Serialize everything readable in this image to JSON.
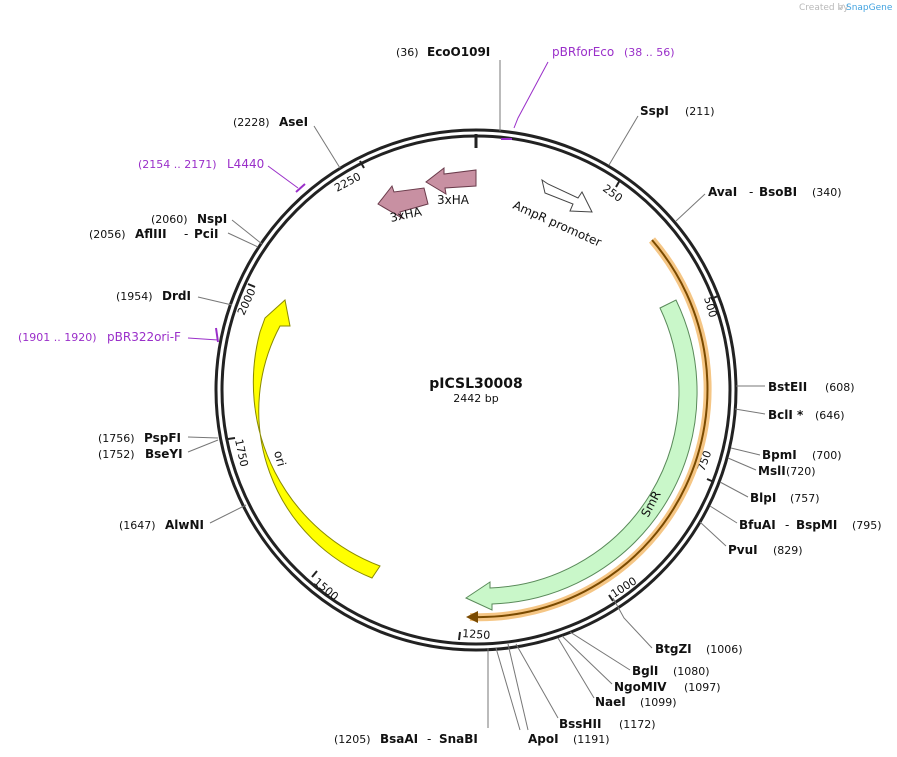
{
  "credit": {
    "created_by": "Created by",
    "brand": "SnapGene"
  },
  "plasmid": {
    "name": "pICSL30008",
    "length_label": "2442 bp"
  },
  "ticks": [
    "250",
    "500",
    "750",
    "1000",
    "1250",
    "1500",
    "1750",
    "2000",
    "2250"
  ],
  "sites": [
    {
      "name": "EcoO109I",
      "pos": "(36)"
    },
    {
      "name": "SspI",
      "pos": "(211)"
    },
    {
      "name": "AvaI",
      "sep": "-",
      "name2": "BsoBI",
      "pos": "(340)"
    },
    {
      "name": "BstEII",
      "pos": "(608)"
    },
    {
      "name": "BclI *",
      "pos": "(646)"
    },
    {
      "name": "BpmI",
      "pos": "(700)"
    },
    {
      "name": "MslI",
      "pos": "(720)"
    },
    {
      "name": "BlpI",
      "pos": "(757)"
    },
    {
      "name": "BfuAI",
      "sep": "-",
      "name2": "BspMI",
      "pos": "(795)"
    },
    {
      "name": "PvuI",
      "pos": "(829)"
    },
    {
      "name": "BtgZI",
      "pos": "(1006)"
    },
    {
      "name": "BglI",
      "pos": "(1080)"
    },
    {
      "name": "NgoMIV",
      "pos": "(1097)"
    },
    {
      "name": "NaeI",
      "pos": "(1099)"
    },
    {
      "name": "BssHII",
      "pos": "(1172)"
    },
    {
      "name": "ApoI",
      "pos": "(1191)"
    },
    {
      "name": "BsaAI",
      "sep": "-",
      "name2": "SnaBI",
      "pos": "(1205)"
    },
    {
      "name": "AlwNI",
      "pos": "(1647)"
    },
    {
      "name": "PspFI",
      "pos": "(1756)"
    },
    {
      "name": "BseYI",
      "pos": "(1752)"
    },
    {
      "name": "DrdI",
      "pos": "(1954)"
    },
    {
      "name": "AflIII",
      "sep": "-",
      "name2": "PciI",
      "pos": "(2056)"
    },
    {
      "name": "NspI",
      "pos": "(2060)"
    },
    {
      "name": "AseI",
      "pos": "(2228)"
    }
  ],
  "primers": [
    {
      "name": "pBRforEco",
      "range": "(38 .. 56)"
    },
    {
      "name": "L4440",
      "range": "(2154 .. 2171)"
    },
    {
      "name": "pBR322ori-F",
      "range": "(1901 .. 1920)"
    }
  ],
  "features": {
    "tag1": "3xHA",
    "tag2": "3xHA",
    "promoter": "AmpR promoter",
    "smr": "SmR",
    "ori": "ori"
  },
  "colors": {
    "backbone": "#222222",
    "ha_tag": "#c890a2",
    "smr": "#c9f7c9",
    "ori": "#ffff00",
    "orf": "#f2b866",
    "primer": "#9a2fc9"
  }
}
